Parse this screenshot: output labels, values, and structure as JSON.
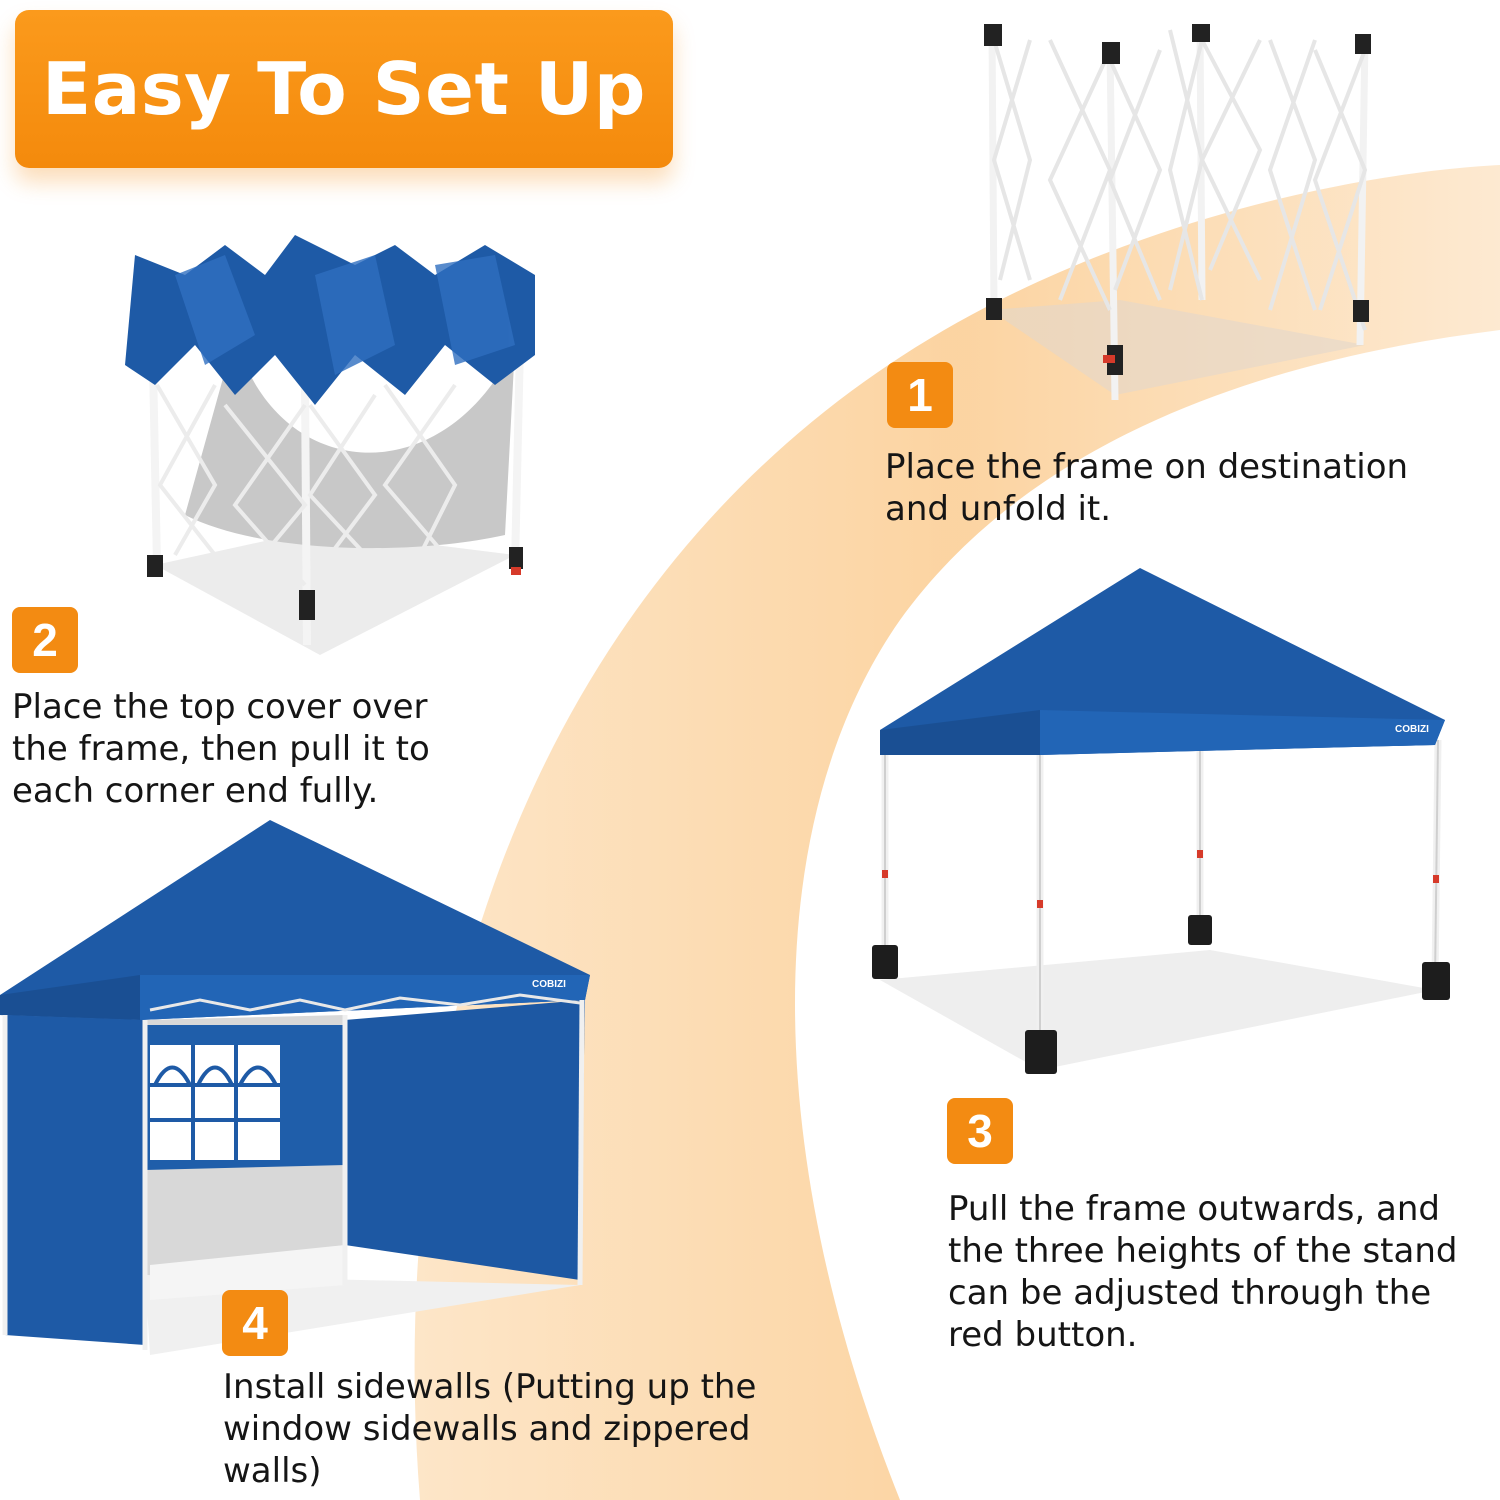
{
  "heading": "Easy To Set Up",
  "accent_color": "#f38b12",
  "canopy_color": "#1e5aa6",
  "steps": [
    {
      "number": "1",
      "text_lines": [
        "Place the frame on destination",
        "and unfold it."
      ],
      "image": "folded-frame"
    },
    {
      "number": "2",
      "text_lines": [
        "Place the top cover over",
        "the frame, then pull it to",
        "each corner end fully."
      ],
      "image": "frame-with-cover"
    },
    {
      "number": "3",
      "text_lines": [
        "Pull the frame outwards, and",
        "the three heights of the stand",
        "can be adjusted through the",
        "red button."
      ],
      "image": "open-canopy"
    },
    {
      "number": "4",
      "text_lines": [
        "Install sidewalls (Putting up the",
        "window sidewalls and zippered",
        "walls)"
      ],
      "image": "canopy-with-sidewalls"
    }
  ],
  "brand_label": "COBIZI"
}
